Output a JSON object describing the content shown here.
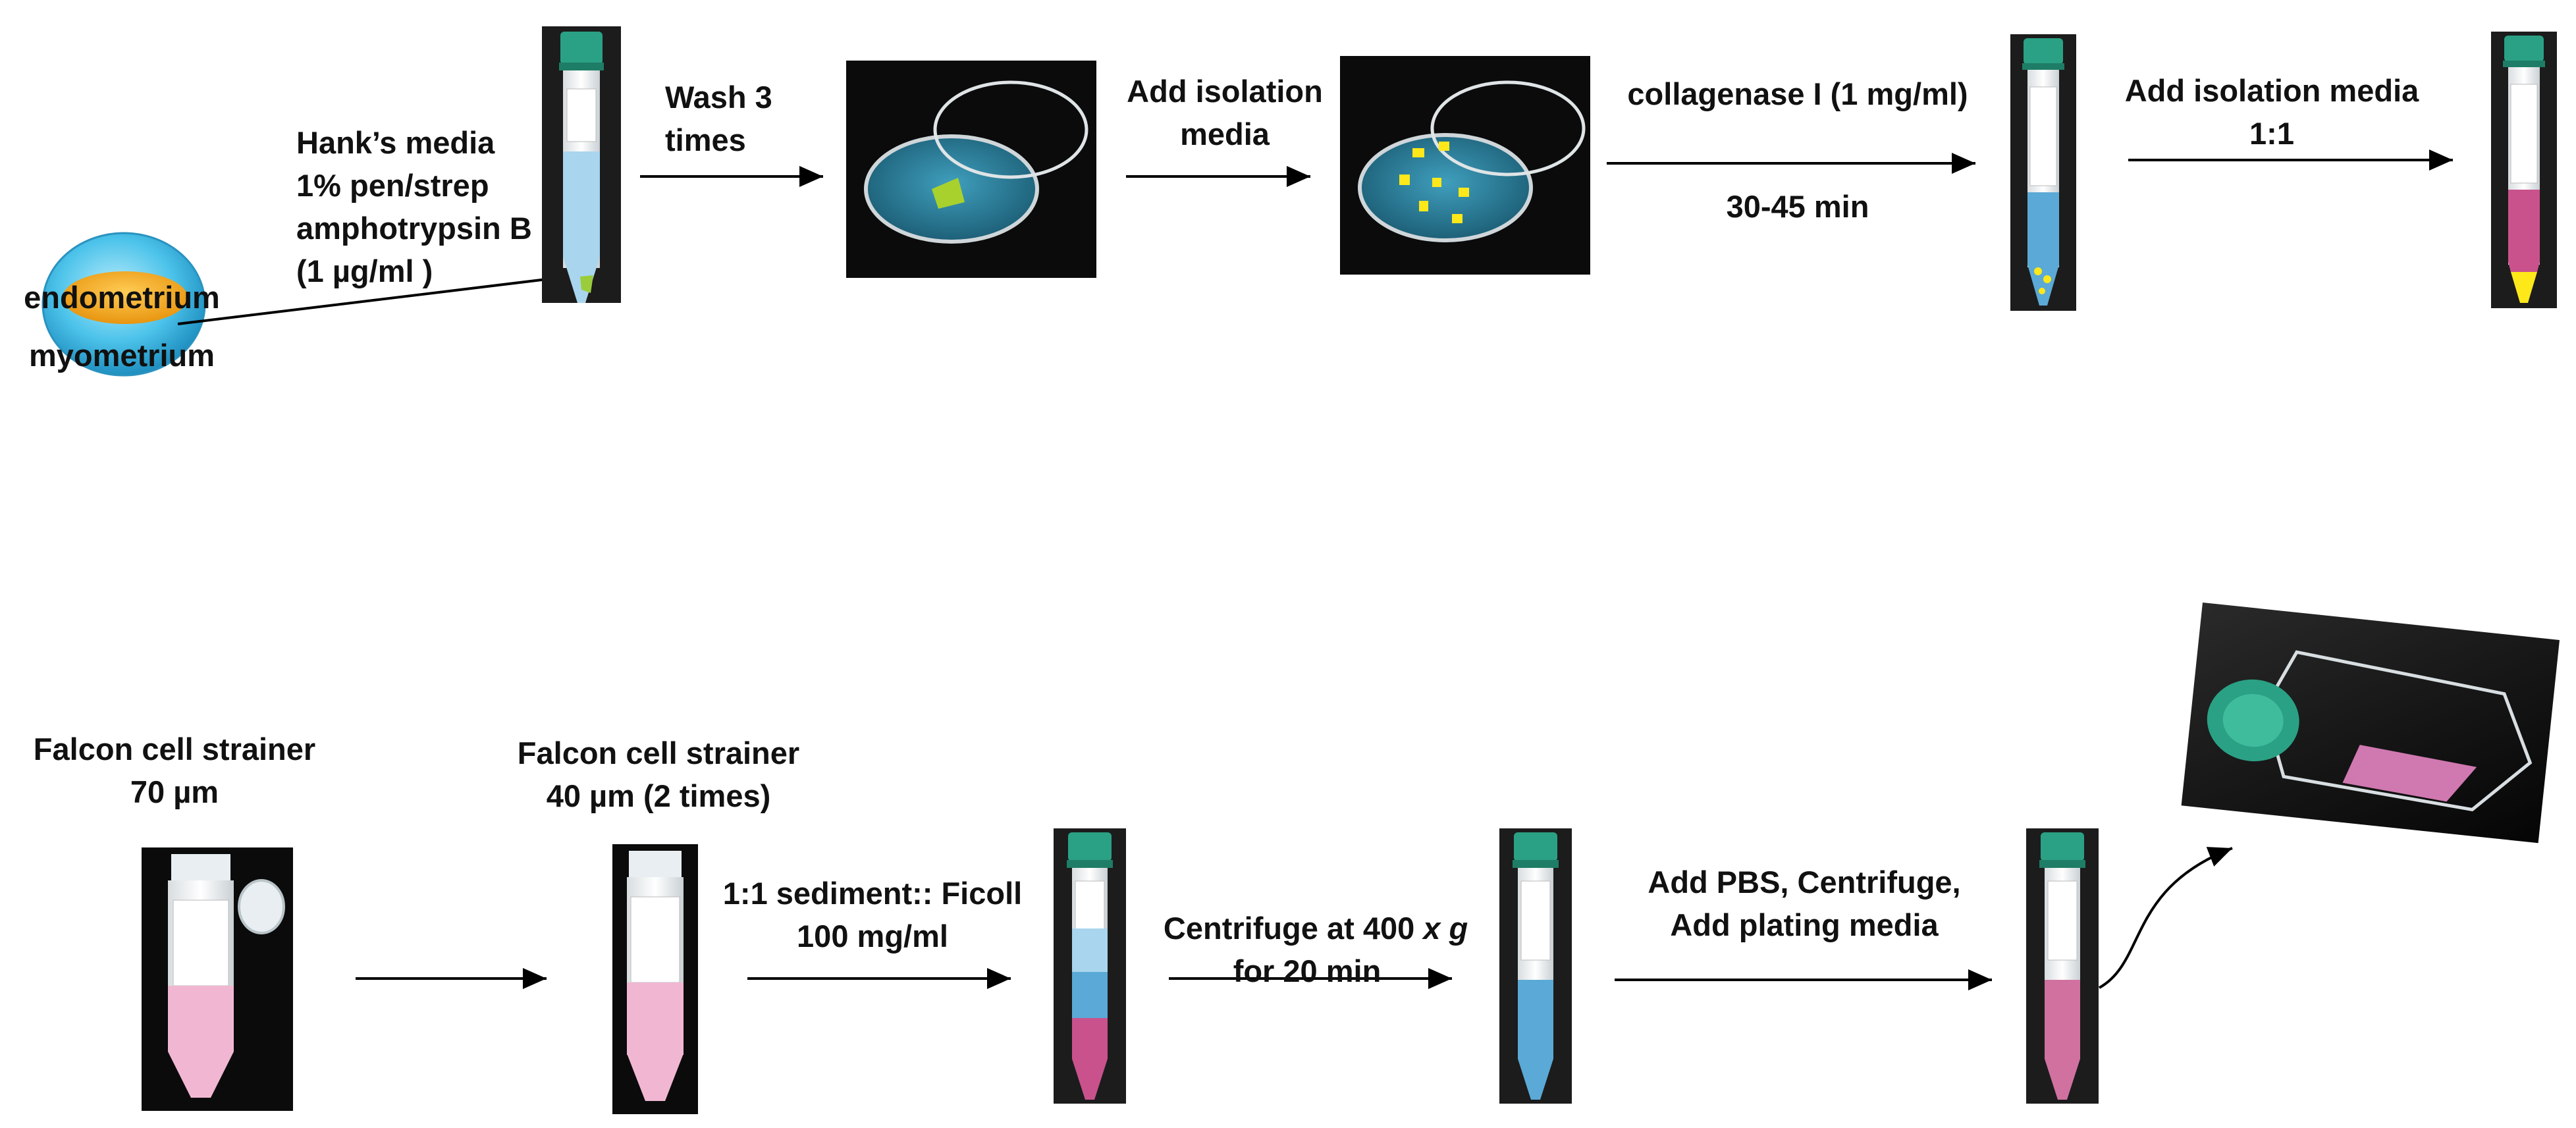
{
  "top_row": {
    "uterus": {
      "inner_label": "endometrium",
      "outer_label": "myometrium"
    },
    "hanks_label": "Hank’s media\n1% pen/strep\namphotrypsin B\n(1 µg/ml )",
    "wash_label": "Wash 3\ntimes",
    "add_isolation_label": "Add isolation\nmedia",
    "collagenase_label": "collagenase I (1 mg/ml)",
    "time_label": "30-45 min",
    "add_isolation_ratio_label": "Add isolation media\n1:1"
  },
  "bottom_row": {
    "strainer70_label": "Falcon cell strainer\n70 µm",
    "strainer40_label": "Falcon cell strainer\n40 µm (2 times)",
    "ficoll_label": "1:1 sediment:: Ficoll\n100 mg/ml",
    "centrifuge_label_a": "Centrifuge at 400 ",
    "centrifuge_label_xg": "x g",
    "centrifuge_label_b": "for 20 min",
    "pbs_label": "Add PBS, Centrifuge,\nAdd plating media"
  },
  "colors": {
    "cap_green": "#2aa184",
    "media_blue": "#6fb6e0",
    "media_pink": "#c9528c",
    "cell_yellow": "#ffe81a",
    "dish_blue": "#2b7a96",
    "photo_black": "#0b0b0b"
  }
}
